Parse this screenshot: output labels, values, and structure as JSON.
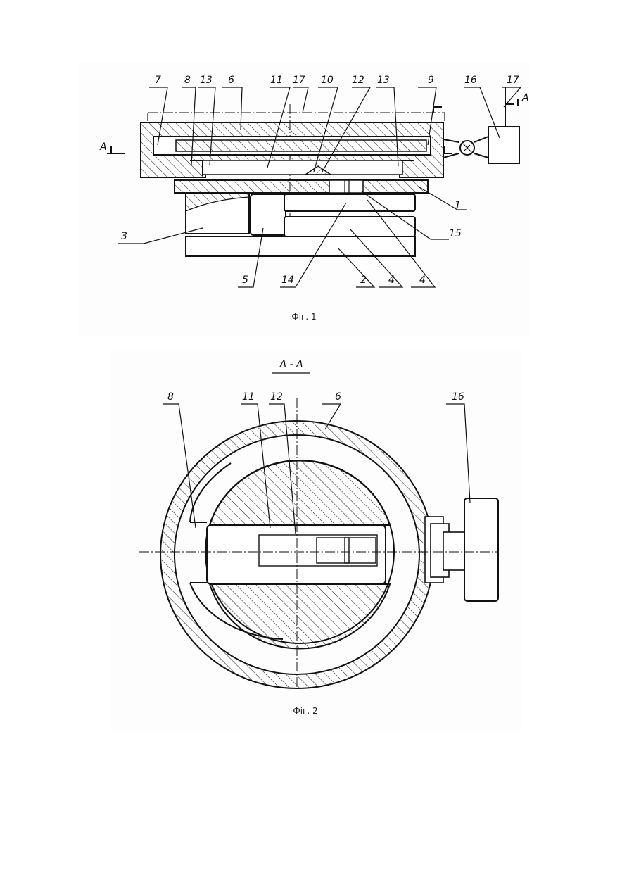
{
  "figure1": {
    "caption": "Фіг. 1",
    "section_mark": "A",
    "labels": {
      "l7": "7",
      "l8": "8",
      "l13a": "13",
      "l6": "6",
      "l11": "11",
      "l17a": "17",
      "l10": "10",
      "l12": "12",
      "l13b": "13",
      "l9": "9",
      "l16": "16",
      "l17b": "17",
      "l1": "1",
      "l15": "15",
      "l3": "3",
      "l5": "5",
      "l14": "14",
      "l2": "2",
      "l4a": "4",
      "l4b": "4"
    }
  },
  "figure2": {
    "caption": "Фіг. 2",
    "section_title": "A - A",
    "labels": {
      "l8": "8",
      "l11": "11",
      "l12": "12",
      "l6": "6",
      "l16": "16"
    }
  }
}
